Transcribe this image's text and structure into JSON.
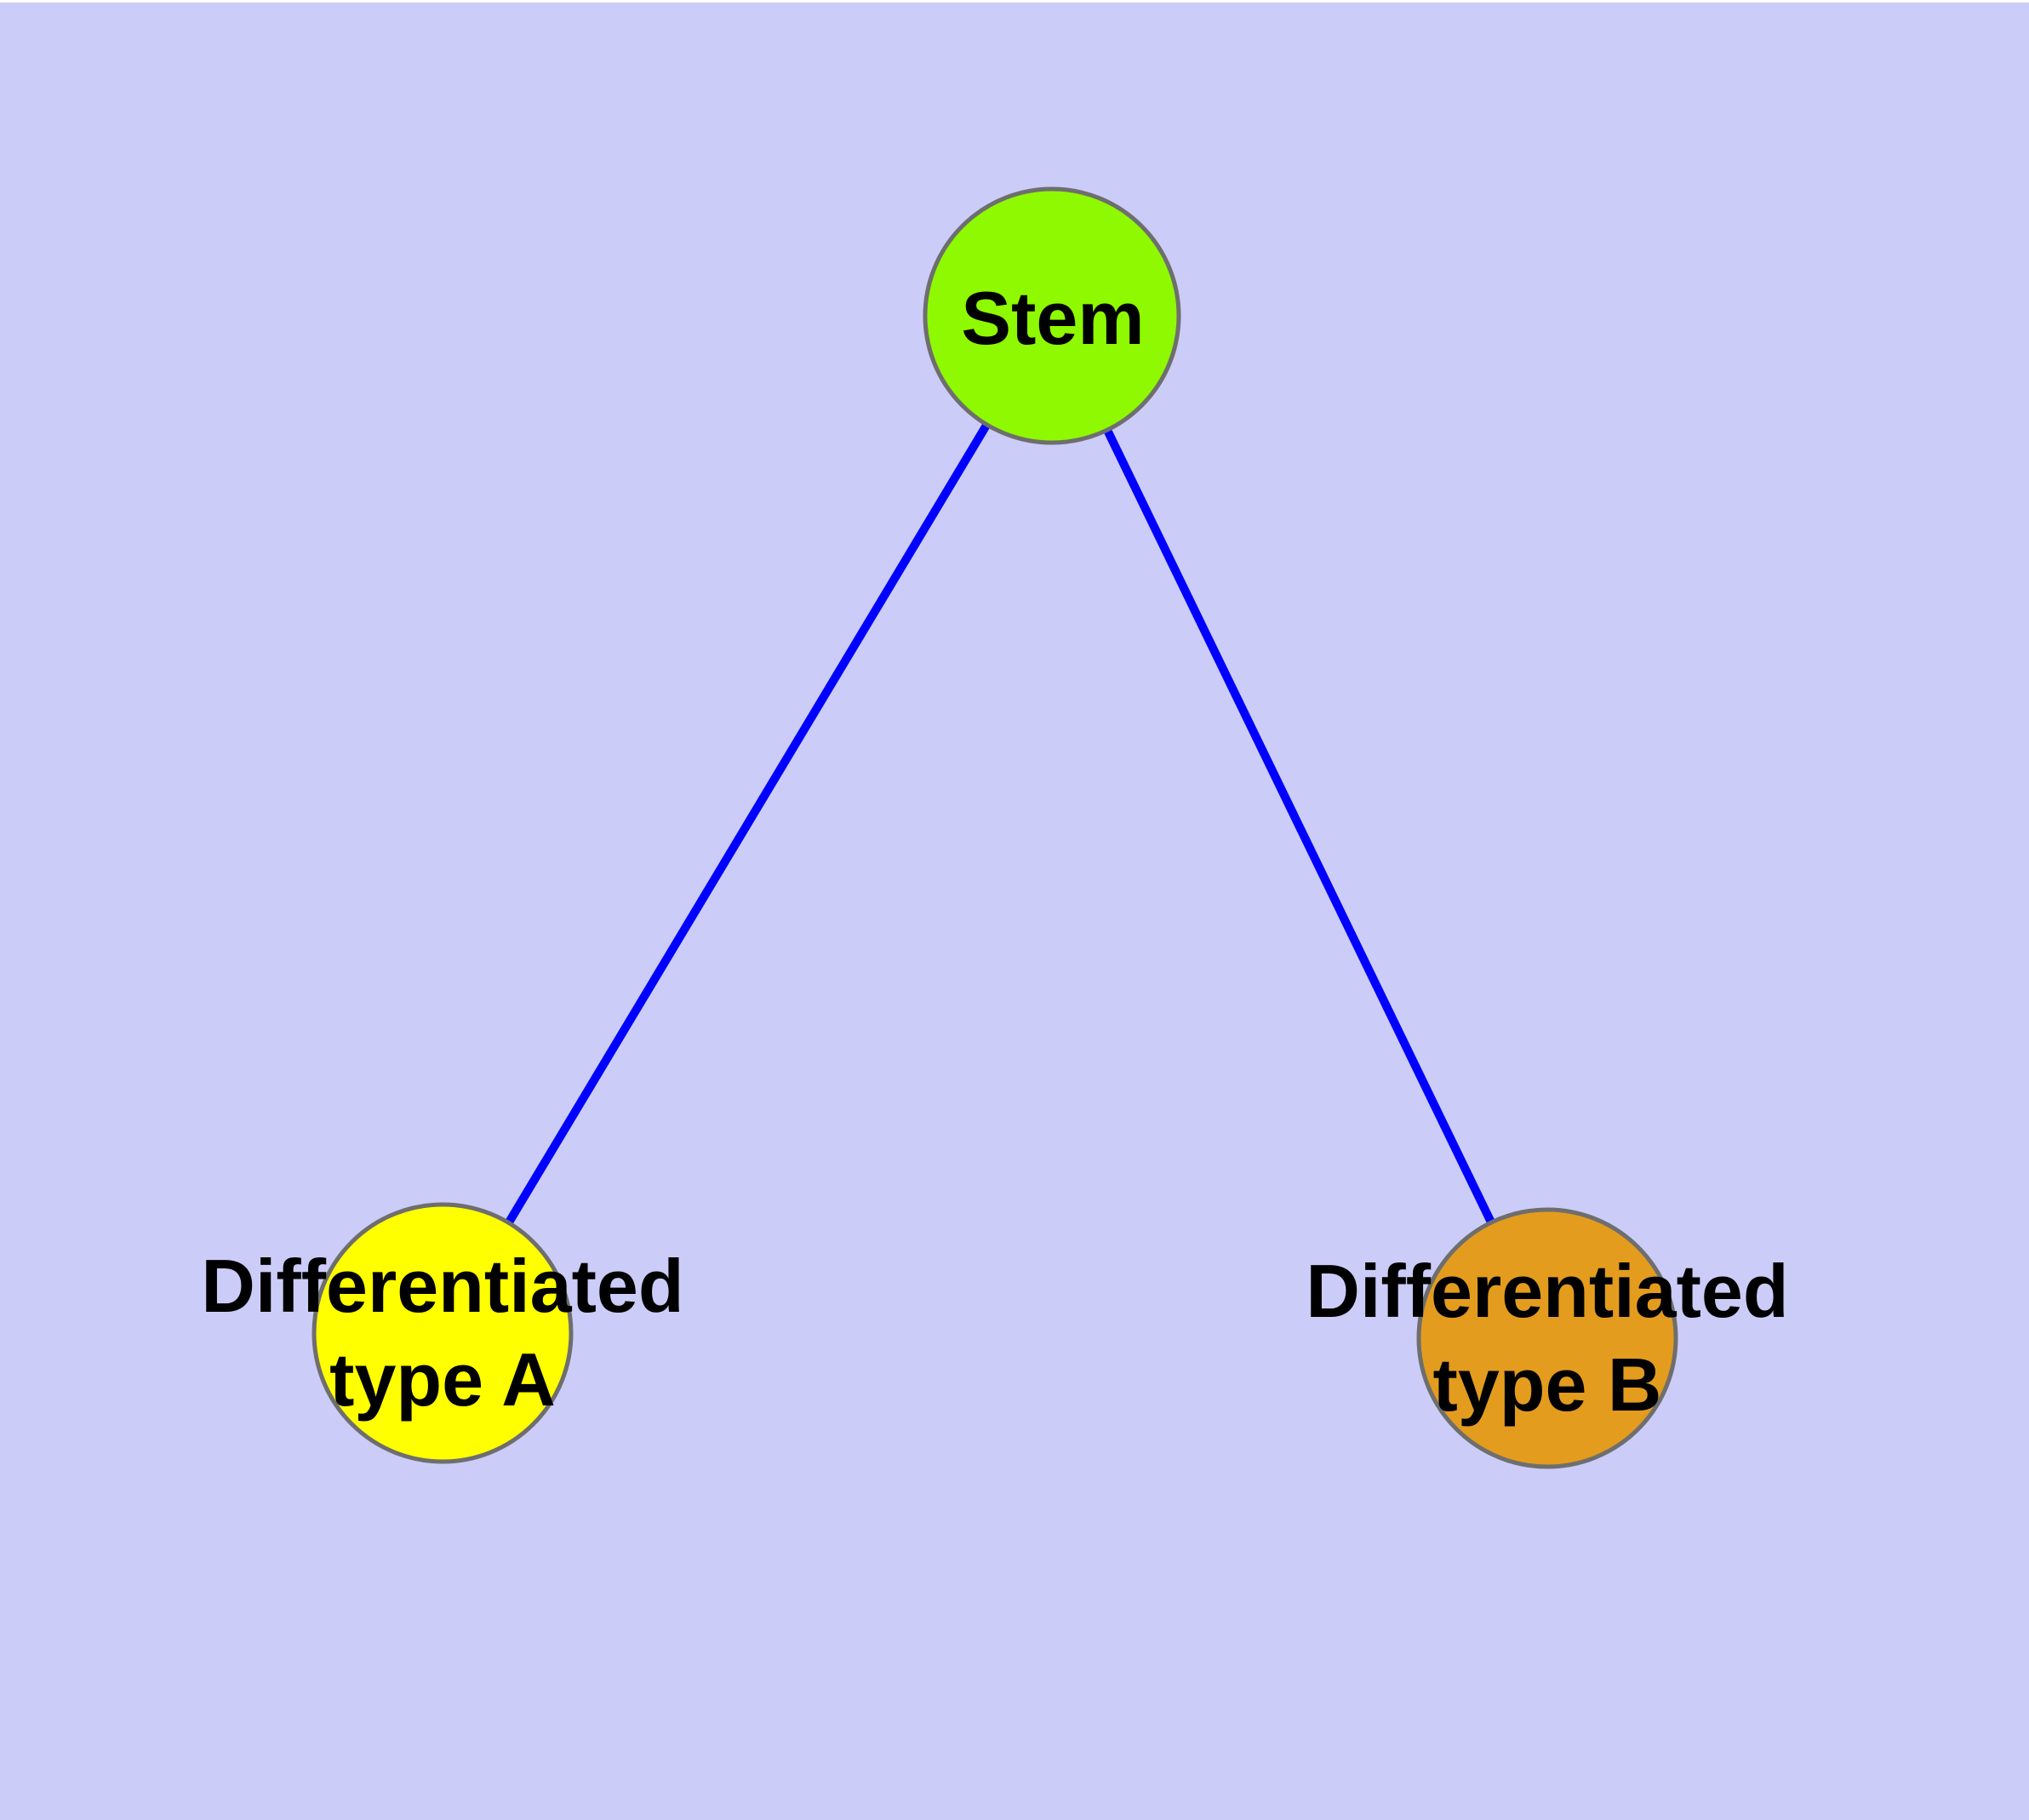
{
  "figure": {
    "background_color": "#CCCCF8",
    "text_color": "#000000",
    "edge_style": {
      "color": "#0000FF",
      "width": 10
    },
    "node_style": {
      "border_color": "#6E6E6E",
      "border_width": 5
    },
    "nodes": [
      {
        "id": "stem",
        "label": "Stem",
        "fill_color": "#8EF900"
      },
      {
        "id": "differentiated-type-a",
        "label": "Differentiated\ntype A",
        "fill_color": "#FFFF00"
      },
      {
        "id": "differentiated-type-b",
        "label": "Differentiated\ntype B",
        "fill_color": "#E39C1E"
      }
    ],
    "edges": [
      {
        "from": "stem",
        "to": "differentiated-type-a"
      },
      {
        "from": "stem",
        "to": "differentiated-type-b"
      }
    ]
  }
}
